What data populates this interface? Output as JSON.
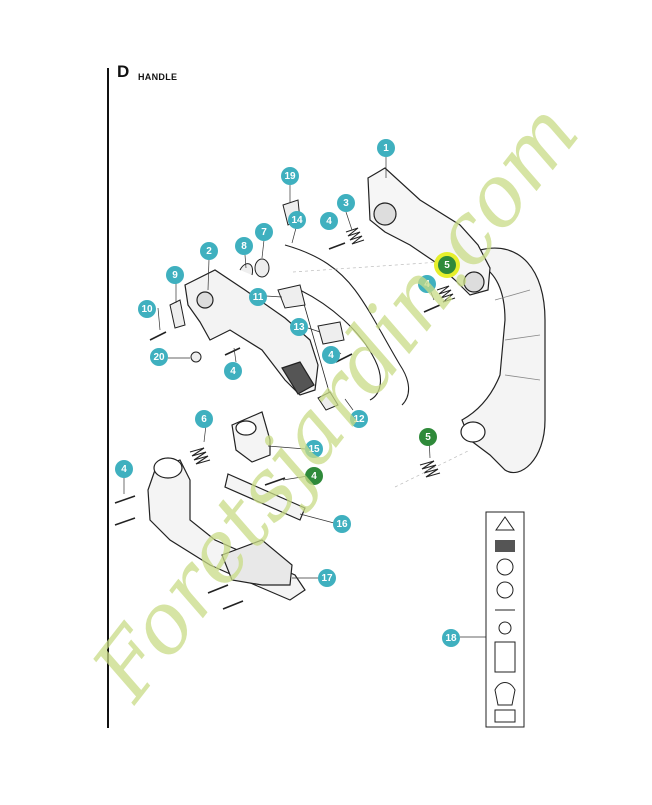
{
  "header": {
    "section_letter": "D",
    "section_title": "HANDLE"
  },
  "watermark": {
    "text": "Foretsjardin.com",
    "color": "#c9dc86"
  },
  "colors": {
    "callout": "#3fb0bf",
    "callout_alt": "#2f8a3a",
    "highlight": "#e6ef2c",
    "line": "#222222"
  },
  "callouts": [
    {
      "label": "1",
      "variant": "teal"
    },
    {
      "label": "19",
      "variant": "teal"
    },
    {
      "label": "3",
      "variant": "teal"
    },
    {
      "label": "4",
      "variant": "teal"
    },
    {
      "label": "14",
      "variant": "teal"
    },
    {
      "label": "7",
      "variant": "teal"
    },
    {
      "label": "8",
      "variant": "teal"
    },
    {
      "label": "2",
      "variant": "teal"
    },
    {
      "label": "9",
      "variant": "teal"
    },
    {
      "label": "11",
      "variant": "teal"
    },
    {
      "label": "10",
      "variant": "teal"
    },
    {
      "label": "13",
      "variant": "teal"
    },
    {
      "label": "20",
      "variant": "teal"
    },
    {
      "label": "4",
      "variant": "teal"
    },
    {
      "label": "4",
      "variant": "teal"
    },
    {
      "label": "5",
      "variant": "highlight"
    },
    {
      "label": "4",
      "variant": "teal"
    },
    {
      "label": "12",
      "variant": "teal"
    },
    {
      "label": "6",
      "variant": "teal"
    },
    {
      "label": "5",
      "variant": "green"
    },
    {
      "label": "15",
      "variant": "teal"
    },
    {
      "label": "4",
      "variant": "teal"
    },
    {
      "label": "4",
      "variant": "green"
    },
    {
      "label": "16",
      "variant": "teal"
    },
    {
      "label": "17",
      "variant": "teal"
    },
    {
      "label": "18",
      "variant": "teal"
    }
  ]
}
